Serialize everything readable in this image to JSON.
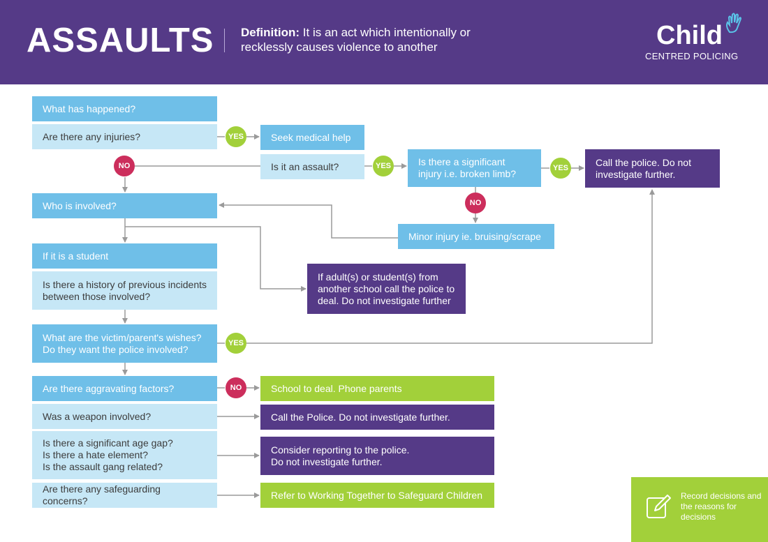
{
  "header": {
    "title": "ASSAULTS",
    "definition_label": "Definition:",
    "definition_text": "It is an act which intentionally or recklessly causes violence to another",
    "logo_word": "Child",
    "logo_sub": "CENTRED POLICING"
  },
  "flow": {
    "what_happened": "What has happened?",
    "any_injuries": "Are there any injuries?",
    "seek_medical": "Seek medical help",
    "is_assault": "Is it an assault?",
    "significant_injury": "Is there a significant injury i.e. broken limb?",
    "call_police_1": "Call the police. Do not investigate further.",
    "minor_injury": "Minor injury ie. bruising/scrape",
    "who_involved": "Who is involved?",
    "if_student": "If it is a student",
    "history": "Is there a history of previous incidents between those involved?",
    "adults_other": "If adult(s) or student(s) from another school call the police to deal. Do not investigate further",
    "victim_wishes": "What are the victim/parent's wishes? Do they want the police involved?",
    "aggravating": "Are there aggravating factors?",
    "school_deal": "School to deal. Phone parents",
    "weapon": "Was a weapon involved?",
    "call_police_2": "Call the Police. Do not investigate further.",
    "age_gap": "Is there a significant age gap?",
    "hate": "Is there a hate element?",
    "gang": "Is the assault gang related?",
    "consider_1": "Consider reporting to the police.",
    "consider_2": "Do not investigate further.",
    "safeguarding": "Are there any safeguarding concerns?",
    "refer": "Refer to Working Together to Safeguard Children"
  },
  "labels": {
    "yes": "YES",
    "no": "NO"
  },
  "record": "Record decisions and the reasons for decisions",
  "colors": {
    "header_purple": "#553a87",
    "dark_blue": "#6fbfe8",
    "light_blue": "#c6e7f6",
    "green": "#a2d03a",
    "red": "#cc2e5c"
  }
}
